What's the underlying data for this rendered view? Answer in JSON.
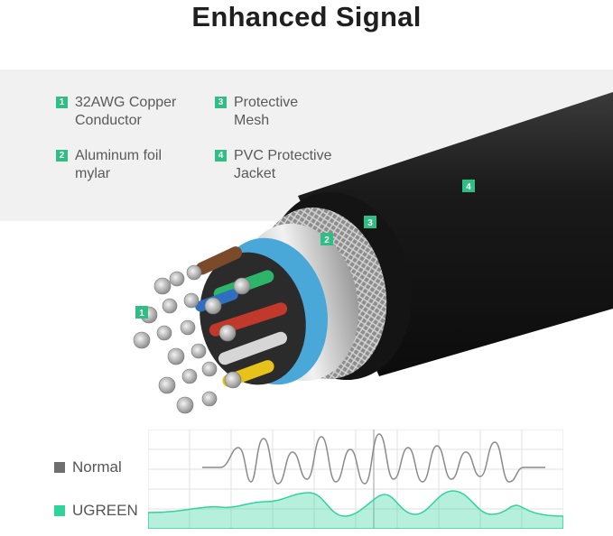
{
  "title": "Enhanced Signal",
  "features": [
    {
      "num": "1",
      "label": "32AWG Copper Conductor"
    },
    {
      "num": "2",
      "label": "Aluminum foil mylar"
    },
    {
      "num": "3",
      "label": "Protective Mesh"
    },
    {
      "num": "4",
      "label": "PVC Protective Jacket"
    }
  ],
  "callouts": [
    "1",
    "2",
    "3",
    "4"
  ],
  "legend": {
    "normal": {
      "label": "Normal",
      "color": "#6f6f6f"
    },
    "ugreen": {
      "label": "UGREEN",
      "color": "#2fd49a"
    }
  }
}
